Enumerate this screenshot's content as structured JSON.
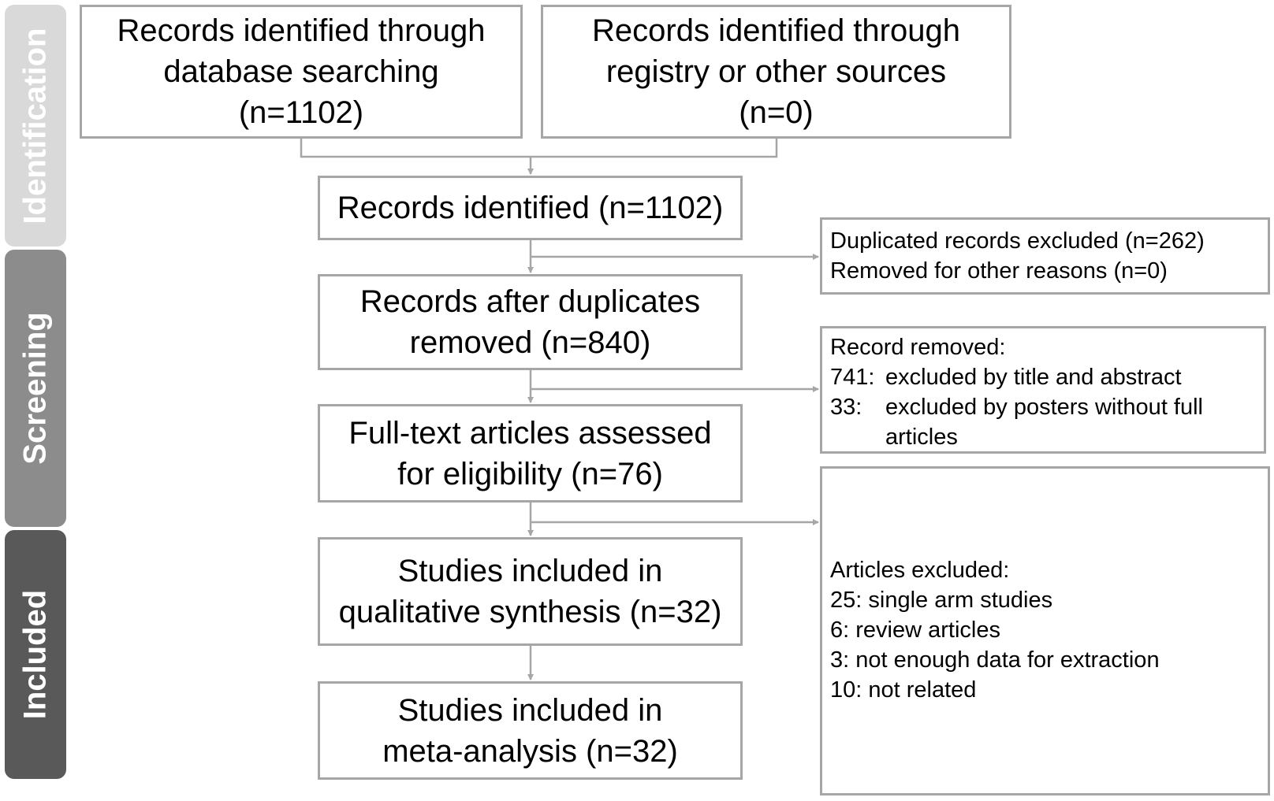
{
  "phases": {
    "identification": "Identification",
    "screening": "Screening",
    "included": "Included"
  },
  "boxes": {
    "database": [
      "Records identified through",
      "database searching",
      "(n=1102)"
    ],
    "registry": [
      "Records identified through",
      "registry or other sources",
      "(n=0)"
    ],
    "identified": [
      "Records identified (n=1102)"
    ],
    "after_duplicates": [
      "Records after duplicates",
      "removed (n=840)"
    ],
    "full_text": [
      "Full-text articles assessed",
      "for eligibility (n=76)"
    ],
    "qualitative": [
      "Studies included in",
      "qualitative synthesis (n=32)"
    ],
    "meta": [
      "Studies included in",
      "meta-analysis (n=32)"
    ]
  },
  "exclusions": {
    "duplicates": [
      "Duplicated records excluded (n=262)",
      "Removed for other reasons (n=0)"
    ],
    "records_removed": {
      "heading": "Record removed:",
      "items": [
        {
          "num": "741:",
          "text": "excluded by title and abstract"
        },
        {
          "num": "33:",
          "text": "excluded by posters without full"
        },
        {
          "num": "",
          "text": "articles"
        }
      ]
    },
    "articles_excluded": [
      "Articles excluded:",
      "25: single arm studies",
      "6: review articles",
      "3: not enough data for extraction",
      "10: not related"
    ]
  },
  "colors": {
    "identification": "#d9d9d9",
    "screening": "#8c8c8c",
    "included": "#595959",
    "border": "#a6a6a6"
  }
}
